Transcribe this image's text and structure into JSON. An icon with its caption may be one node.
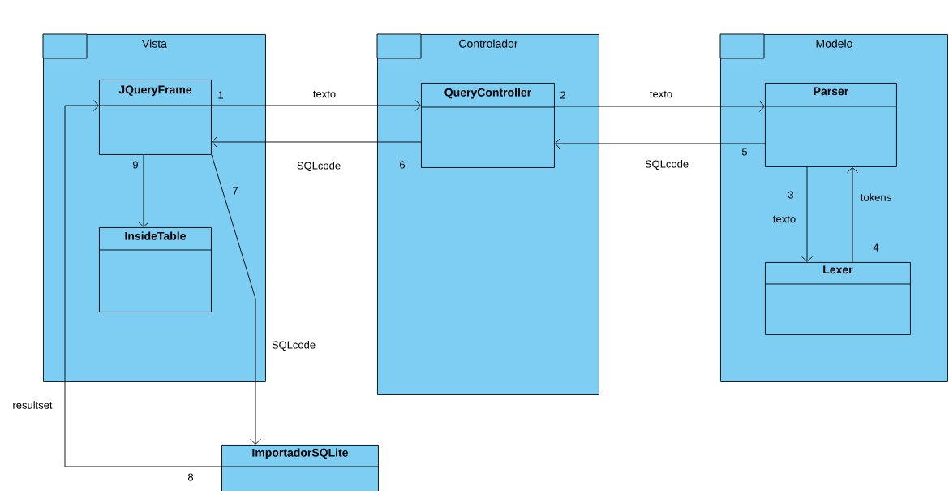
{
  "diagram": {
    "nodes": [
      {
        "text": [
          "Vista"
        ]
      },
      {
        "text": [
          "JQueryFrame"
        ],
        "in": 0
      },
      {
        "text": [
          "InsideTable"
        ],
        "in": 0
      },
      {
        "text": [
          "Controlador"
        ]
      },
      {
        "text": [
          "QueryController"
        ],
        "in": 3
      },
      {
        "text": [
          "Modelo"
        ]
      },
      {
        "text": [
          "Parser"
        ],
        "in": 5
      },
      {
        "text": [
          "Lexer"
        ],
        "in": 5
      },
      {
        "text": [
          "ImportadorSQLite"
        ]
      }
    ],
    "edges": [
      {
        "from": 1,
        "to": 4,
        "arrow": "to",
        "label": "texto"
      },
      {
        "from": 4,
        "to": 1,
        "arrow": "to",
        "label": "SQLcode"
      },
      {
        "from": 4,
        "to": 6,
        "arrow": "to",
        "label": "texto"
      },
      {
        "from": 6,
        "to": 4,
        "arrow": "to",
        "label": "SQLcode"
      },
      {
        "from": 6,
        "to": 7,
        "arrow": "to",
        "label": "texto"
      },
      {
        "from": 7,
        "to": 6,
        "arrow": "to",
        "label": "tokens"
      },
      {
        "from": 1,
        "to": 8,
        "arrow": "to",
        "label": "SQLcode"
      },
      {
        "from": 8,
        "to": 1,
        "arrow": "to",
        "label": "resultset"
      },
      {
        "from": 1,
        "to": 2,
        "arrow": "to"
      }
    ],
    "labels": [
      "1",
      "2",
      "3",
      "4",
      "5",
      "6",
      "7",
      "8",
      "9"
    ]
  }
}
